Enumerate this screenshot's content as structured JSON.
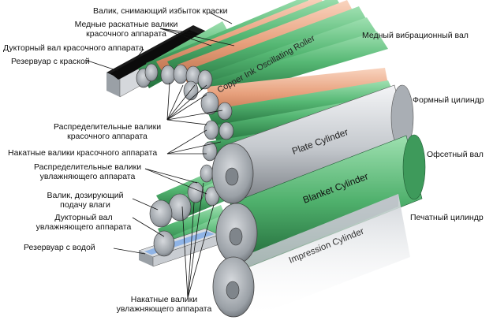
{
  "labels": {
    "excess_ink_roller": "Валик, снимающий избыток краски",
    "ink_form_rollers_1": "Медные раскатные валики",
    "ink_form_rollers_2": "красочного аппарата",
    "ink_fountain_roller": "Дукторный вал красочного аппарата",
    "ink_reservoir": "Резервуар с краской",
    "copper_oscillator": "Медный вибрационный вал",
    "plate_cylinder_ru": "Формный цилиндр",
    "ink_distributor_1": "Распределительные валики",
    "ink_distributor_2": "красочного аппарата",
    "ink_forme_rollers": "Накатные валики красочного аппарата",
    "damp_distributor_1": "Распределительные валики",
    "damp_distributor_2": "увлажняющего аппарата",
    "blanket_roller_ru": "Офсетный вал",
    "metering_roller_1": "Валик, дозирующий",
    "metering_roller_2": "подачу влаги",
    "damp_fountain_1": "Дукторный вал",
    "damp_fountain_2": "увлажняющего аппарата",
    "impression_cylinder_ru": "Печатный цилиндр",
    "water_reservoir": "Резервуар с водой",
    "damp_forme_1": "Накатные валики",
    "damp_forme_2": "увлажняющего аппарата"
  },
  "cylinder_text": {
    "copper_roller": "Copper Ink Oscillating Roller",
    "plate": "Plate Cylinder",
    "blanket": "Blanket Cylinder",
    "impression": "Impression Cylinder"
  },
  "colors": {
    "roller_green": "#5cb97a",
    "roller_dark_green": "#2f8a4f",
    "copper": "#e8a27e",
    "steel": "#c9cdd2",
    "ink_black": "#151515",
    "water_blue": "#8fb4e6",
    "line": "#111111"
  }
}
